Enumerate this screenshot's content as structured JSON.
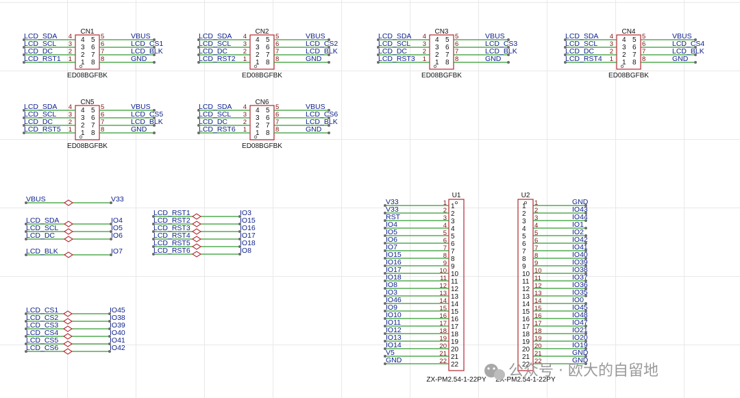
{
  "connectors": [
    {
      "ref": "CN1",
      "part": "ED08BGFBK",
      "left": [
        "LCD_SDA",
        "LCD_SCL",
        "LCD_DC",
        "LCD_RST1"
      ],
      "right": [
        "VBUS",
        "LCD_CS1",
        "LCD_BLK",
        "GND"
      ]
    },
    {
      "ref": "CN2",
      "part": "ED08BGFBK",
      "left": [
        "LCD_SDA",
        "LCD_SCL",
        "LCD_DC",
        "LCD_RST2"
      ],
      "right": [
        "VBUS",
        "LCD_CS2",
        "LCD_BLK",
        "GND"
      ]
    },
    {
      "ref": "CN3",
      "part": "ED08BGFBK",
      "left": [
        "LCD_SDA",
        "LCD_SCL",
        "LCD_DC",
        "LCD_RST3"
      ],
      "right": [
        "VBUS",
        "LCD_CS3",
        "LCD_BLK",
        "GND"
      ]
    },
    {
      "ref": "CN4",
      "part": "ED08BGFBK",
      "left": [
        "LCD_SDA",
        "LCD_SCL",
        "LCD_DC",
        "LCD_RST4"
      ],
      "right": [
        "VBUS",
        "LCD_CS4",
        "LCD_BLK",
        "GND"
      ]
    },
    {
      "ref": "CN5",
      "part": "ED08BGFBK",
      "left": [
        "LCD_SDA",
        "LCD_SCL",
        "LCD_DC",
        "LCD_RST5"
      ],
      "right": [
        "VBUS",
        "LCD_CS5",
        "LCD_BLK",
        "GND"
      ]
    },
    {
      "ref": "CN6",
      "part": "ED08BGFBK",
      "left": [
        "LCD_SDA",
        "LCD_SCL",
        "LCD_DC",
        "LCD_RST6"
      ],
      "right": [
        "VBUS",
        "LCD_CS6",
        "LCD_BLK",
        "GND"
      ]
    }
  ],
  "connector_pins": {
    "outer_left": [
      "4",
      "3",
      "2",
      "1"
    ],
    "outer_right": [
      "5",
      "6",
      "7",
      "8"
    ],
    "inner_left": [
      "4",
      "3",
      "2",
      "1"
    ],
    "inner_right": [
      "5",
      "6",
      "7",
      "8"
    ]
  },
  "net_ties": [
    {
      "group": "power",
      "pairs": [
        [
          "VBUS",
          "V33"
        ]
      ]
    },
    {
      "group": "bus",
      "pairs": [
        [
          "LCD_SDA",
          "IO4"
        ],
        [
          "LCD_SCL",
          "IO5"
        ],
        [
          "LCD_DC",
          "IO6"
        ],
        [
          "LCD_BLK",
          "IO7"
        ]
      ]
    },
    {
      "group": "reset",
      "pairs": [
        [
          "LCD_RST1",
          "IO3"
        ],
        [
          "LCD_RST2",
          "IO15"
        ],
        [
          "LCD_RST3",
          "IO16"
        ],
        [
          "LCD_RST4",
          "IO17"
        ],
        [
          "LCD_RST5",
          "IO18"
        ],
        [
          "LCD_RST6",
          "IO8"
        ]
      ]
    },
    {
      "group": "chipselect",
      "pairs": [
        [
          "LCD_CS1",
          "IO45"
        ],
        [
          "LCD_CS2",
          "IO38"
        ],
        [
          "LCD_CS3",
          "IO39"
        ],
        [
          "LCD_CS4",
          "IO40"
        ],
        [
          "LCD_CS5",
          "IO41"
        ],
        [
          "LCD_CS6",
          "IO42"
        ]
      ]
    }
  ],
  "headers": [
    {
      "ref": "U1",
      "part": "ZX-PM2.54-1-22PY",
      "side": "left",
      "nets": [
        "V33",
        "V33",
        "RST",
        "IO4",
        "IO5",
        "IO6",
        "IO7",
        "IO15",
        "IO16",
        "IO17",
        "IO18",
        "IO8",
        "IO3",
        "IO46",
        "IO9",
        "IO10",
        "IO11",
        "IO12",
        "IO13",
        "IO14",
        "V5",
        "GND"
      ]
    },
    {
      "ref": "U2",
      "part": "ZX-PM2.54-1-22PY",
      "side": "right",
      "nets": [
        "GND",
        "IO43",
        "IO44",
        "IO1",
        "IO2",
        "IO42",
        "IO41",
        "IO40",
        "IO39",
        "IO38",
        "IO37",
        "IO36",
        "IO35",
        "IO0",
        "IO45",
        "IO48",
        "IO47",
        "IO21",
        "IO20",
        "IO19",
        "GND",
        "GND"
      ]
    }
  ],
  "watermark": {
    "text": "公众号 · 欧大的自留地",
    "icon": "wechat-icon"
  }
}
